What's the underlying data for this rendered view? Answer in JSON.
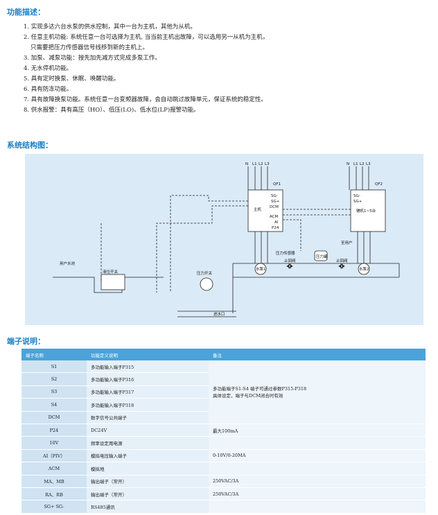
{
  "sections": {
    "features_title": "功能描述：",
    "structure_title": "系统结构图：",
    "terminals_title": "端子说明："
  },
  "features": [
    "1. 实现多达六台水泵的供水控制，其中一台为主机，其他为从机。",
    "2. 任意主机功能: 系统任意一台可选择为主机, 当当前主机出故障，可以选用另一从机为主机，",
    "   只需要把压力传感器信号线移到新的主机上。",
    "3. 加泵、减泵功能：按先加先减方式完成多泵工作。",
    "4. 无水停机功能。",
    "5. 具有定时换泵、休眠、唤醒功能。",
    "6. 具有防冻功能。",
    "7. 具有故障换泵功能。系统任意一台变频器故障，会自动跳过故障单元，保证系统的稳定性。",
    "8. 供水报警：具有高压（HO）、低压(LO)、低水位(LP)报警功能。"
  ],
  "diagram": {
    "power_labels_1": [
      "N",
      "L1",
      "L2",
      "L3"
    ],
    "power_labels_2": [
      "N",
      "L1",
      "L2",
      "L3"
    ],
    "breaker_1": "QF1",
    "breaker_2": "QF2",
    "host_label": "主机",
    "host_terminals": [
      "SG-",
      "SG+",
      "DCM",
      "ACM",
      "AI",
      "P24"
    ],
    "aux_terminals": [
      "SG-",
      "SG+"
    ],
    "aux_label": "辅机1~5台",
    "pressure_sensor": "压力传感器",
    "pressure_tank": "压力罐",
    "check_valve_1": "止回阀",
    "check_valve_2": "止回阀",
    "user_label": "至用户",
    "pump_1": "水泵1",
    "pump_2": "水泵2",
    "user_pool": "用户水池",
    "level_switch": "液位开关",
    "pressure_switch": "压力开关",
    "inlet": "进水口"
  },
  "table": {
    "headers": [
      "端子名称",
      "功能定义说明",
      "备注"
    ],
    "rows": [
      {
        "name": "S1",
        "desc": "多功能输入端子P315"
      },
      {
        "name": "S2",
        "desc": "多功能输入端子P316"
      },
      {
        "name": "S3",
        "desc": "多功能输入端子P317"
      },
      {
        "name": "S4",
        "desc": "多功能输入端子P318"
      },
      {
        "name": "DCM",
        "desc": "数字信号公共端子"
      },
      {
        "name": "P24",
        "desc": "DC24V",
        "note": "最大100mA"
      },
      {
        "name": "10V",
        "desc": "频率设定用电源",
        "note": ""
      },
      {
        "name": "AI（PIV）",
        "desc": "模拟电压输入端子",
        "note": "0-10V/0-20MA"
      },
      {
        "name": "ACM",
        "desc": "模拟地",
        "note": ""
      },
      {
        "name": "MA、MB",
        "desc": "输出端子（常开）",
        "note": "250VAC/3A"
      },
      {
        "name": "RA、RB",
        "desc": "输出端子（常开）",
        "note": "250VAC/3A"
      },
      {
        "name": "SG+ SG-",
        "desc": "RS485通讯",
        "note": ""
      }
    ],
    "merged_note_line1": "多功能端子S1-S4 端子可通过参数P315-P318",
    "merged_note_line2": "具体设定，端子与DCM闭合时有效"
  }
}
